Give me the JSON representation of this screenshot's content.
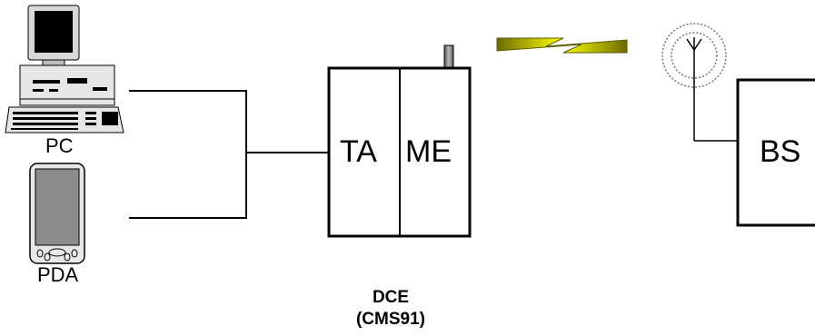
{
  "devices": {
    "pc_label": "PC",
    "pda_label": "PDA"
  },
  "dce": {
    "ta_label": "TA",
    "me_label": "ME",
    "title_line1": "DCE",
    "title_line2": "(CMS91)"
  },
  "base_station": {
    "label": "BS"
  },
  "colors": {
    "line": "#000000",
    "radio_link": "#f5f000",
    "antenna_rings": "#888888"
  }
}
